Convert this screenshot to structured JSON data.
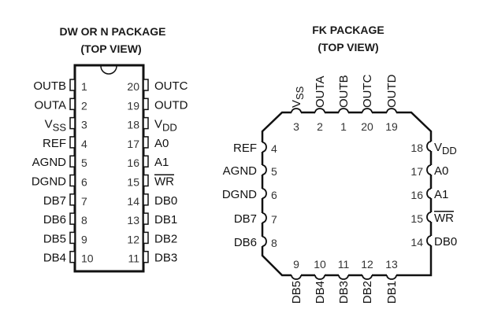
{
  "dip": {
    "title": "DW OR N PACKAGE",
    "subtitle": "(TOP VIEW)",
    "left_pins": [
      {
        "num": "1",
        "label": "OUTB"
      },
      {
        "num": "2",
        "label": "OUTA"
      },
      {
        "num": "3",
        "label": "V",
        "sub": "SS"
      },
      {
        "num": "4",
        "label": "REF"
      },
      {
        "num": "5",
        "label": "AGND"
      },
      {
        "num": "6",
        "label": "DGND"
      },
      {
        "num": "7",
        "label": "DB7"
      },
      {
        "num": "8",
        "label": "DB6"
      },
      {
        "num": "9",
        "label": "DB5"
      },
      {
        "num": "10",
        "label": "DB4"
      }
    ],
    "right_pins": [
      {
        "num": "20",
        "label": "OUTC"
      },
      {
        "num": "19",
        "label": "OUTD"
      },
      {
        "num": "18",
        "label": "V",
        "sub": "DD"
      },
      {
        "num": "17",
        "label": "A0"
      },
      {
        "num": "16",
        "label": "A1"
      },
      {
        "num": "15",
        "label": "WR",
        "overline": true
      },
      {
        "num": "14",
        "label": "DB0"
      },
      {
        "num": "13",
        "label": "DB1"
      },
      {
        "num": "12",
        "label": "DB2"
      },
      {
        "num": "11",
        "label": "DB3"
      }
    ]
  },
  "fk": {
    "title": "FK PACKAGE",
    "subtitle": "(TOP VIEW)",
    "top_pins": [
      {
        "num": "3",
        "label": "V",
        "sub": "SS"
      },
      {
        "num": "2",
        "label": "OUTA"
      },
      {
        "num": "1",
        "label": "OUTB"
      },
      {
        "num": "20",
        "label": "OUTC"
      },
      {
        "num": "19",
        "label": "OUTD"
      }
    ],
    "left_pins": [
      {
        "num": "4",
        "label": "REF"
      },
      {
        "num": "5",
        "label": "AGND"
      },
      {
        "num": "6",
        "label": "DGND"
      },
      {
        "num": "7",
        "label": "DB7"
      },
      {
        "num": "8",
        "label": "DB6"
      }
    ],
    "right_pins": [
      {
        "num": "18",
        "label": "V",
        "sub": "DD"
      },
      {
        "num": "17",
        "label": "A0"
      },
      {
        "num": "16",
        "label": "A1"
      },
      {
        "num": "15",
        "label": "WR",
        "overline": true
      },
      {
        "num": "14",
        "label": "DB0"
      }
    ],
    "bottom_pins": [
      {
        "num": "9",
        "label": "DB5"
      },
      {
        "num": "10",
        "label": "DB4"
      },
      {
        "num": "11",
        "label": "DB3"
      },
      {
        "num": "12",
        "label": "DB2"
      },
      {
        "num": "13",
        "label": "DB1"
      }
    ]
  }
}
